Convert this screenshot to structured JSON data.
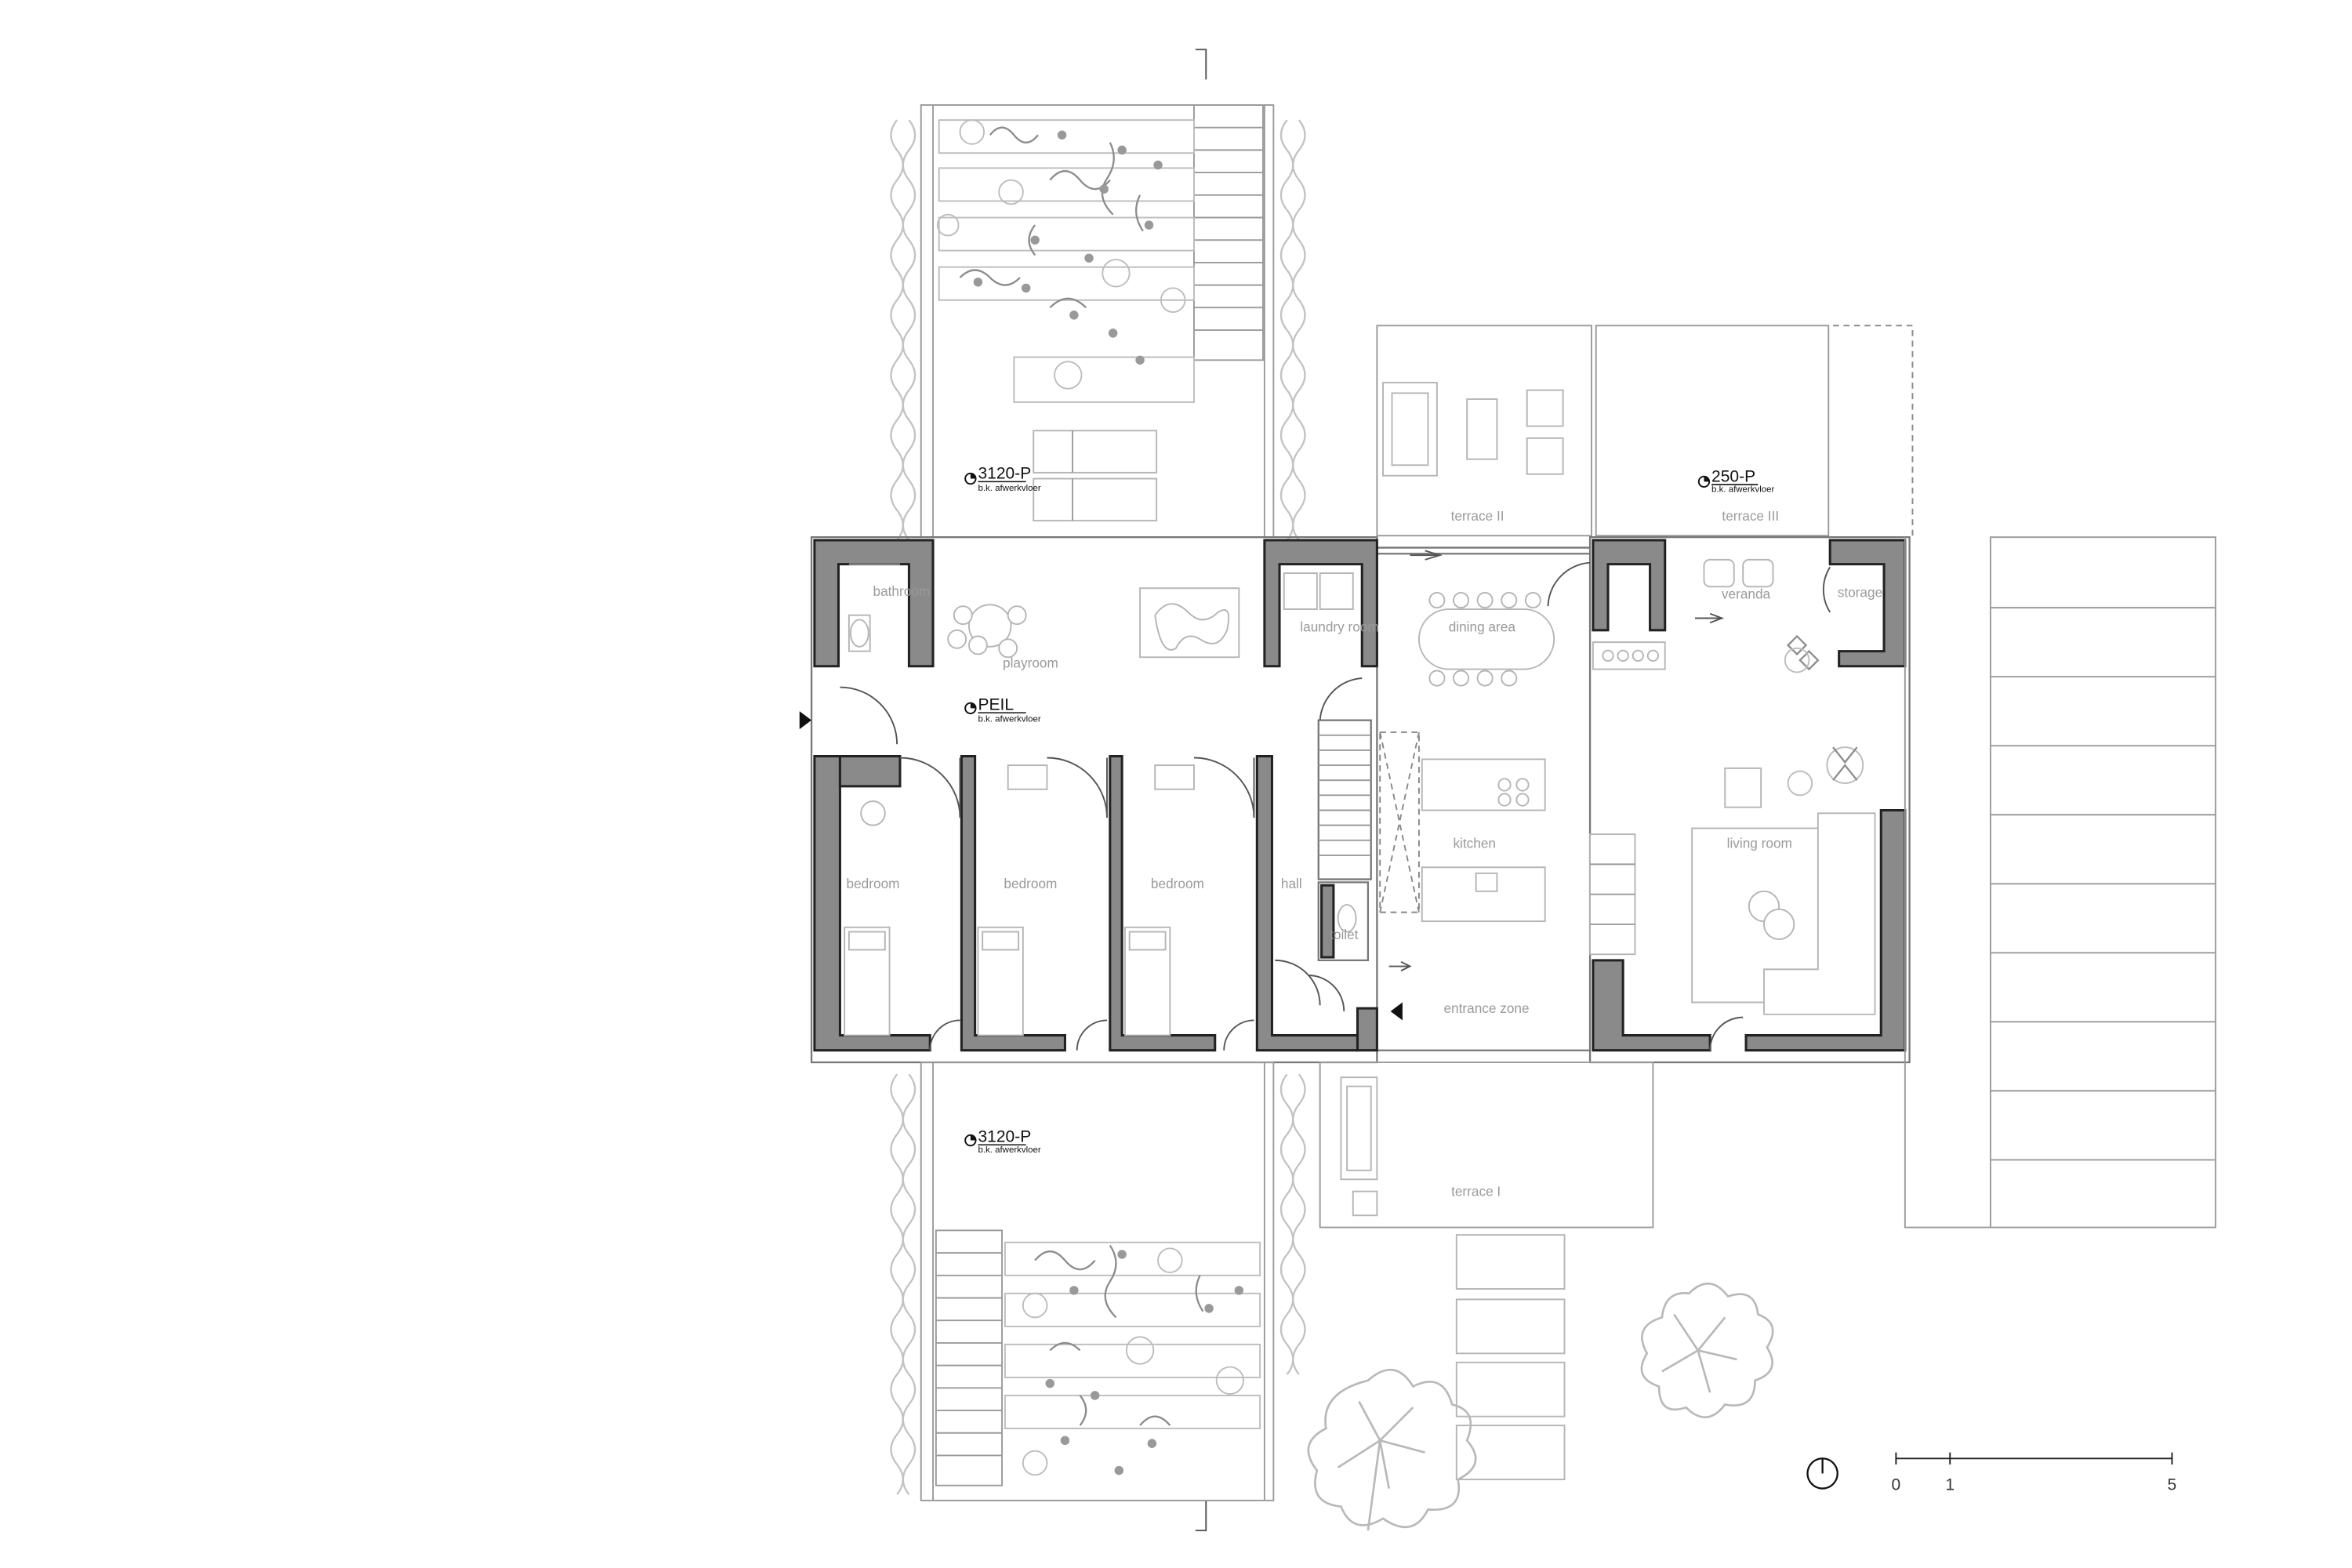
{
  "rooms": {
    "bathroom": "bathroom",
    "playroom": "playroom",
    "laundry_room": "laundry room",
    "dining_area": "dining area",
    "veranda": "veranda",
    "storage": "storage",
    "bedroom_1": "bedroom",
    "bedroom_2": "bedroom",
    "bedroom_3": "bedroom",
    "hall": "hall",
    "toilet": "toilet",
    "kitchen": "kitchen",
    "living_room": "living room",
    "entrance_zone": "entrance zone",
    "terrace_1": "terrace I",
    "terrace_2": "terrace II",
    "terrace_3": "terrace III"
  },
  "levels": [
    {
      "id": "level-north-garden",
      "value": "3120-P",
      "note": "b.k. afwerkvloer"
    },
    {
      "id": "level-terrace-iii",
      "value": "250-P",
      "note": "b.k. afwerkvloer"
    },
    {
      "id": "level-peil",
      "value": "PEIL",
      "note": "b.k. afwerkvloer"
    },
    {
      "id": "level-south-garden",
      "value": "3120-P",
      "note": "b.k. afwerkvloer"
    }
  ],
  "scale_bar": {
    "ticks": [
      "0",
      "1",
      "5"
    ]
  },
  "icons": {
    "north": "north-arrow-icon",
    "entrance_west": "entrance-arrow-icon",
    "entrance_main": "entrance-arrow-icon"
  },
  "colors": {
    "wall_fill": "#8a8a8a",
    "line": "#222222",
    "label": "#9a9a9a"
  }
}
